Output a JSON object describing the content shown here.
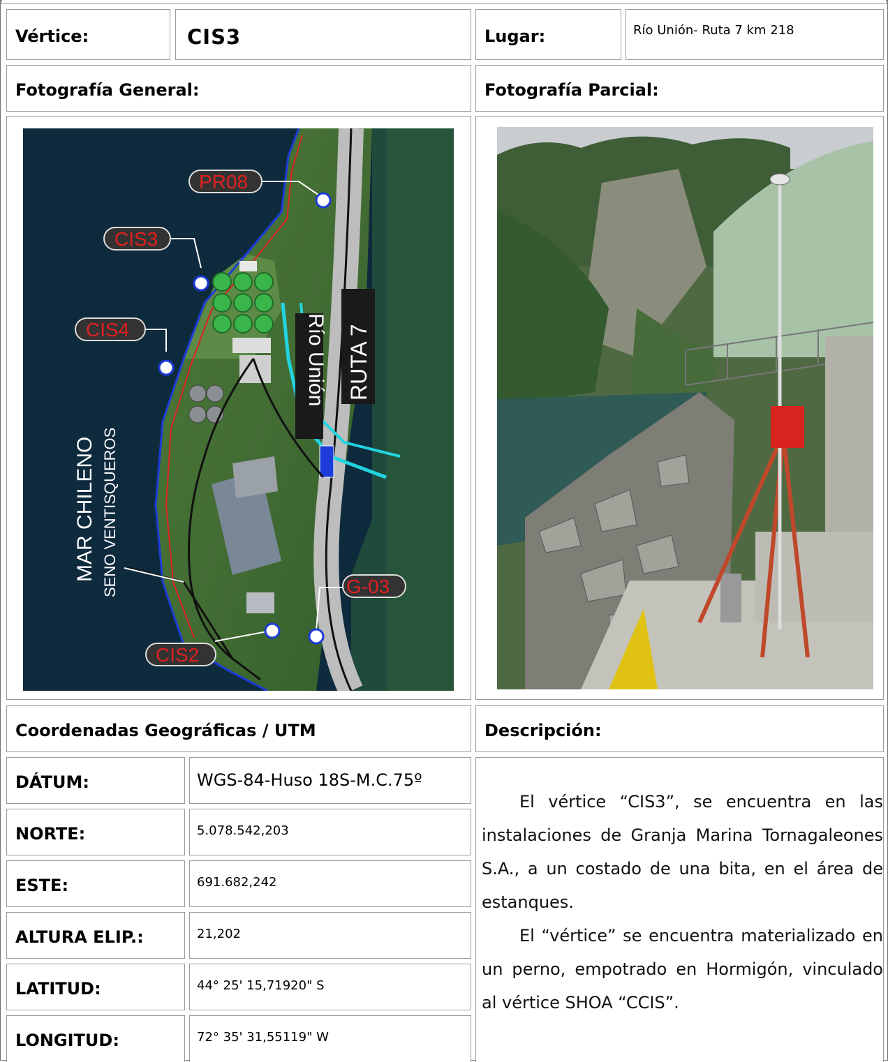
{
  "header": {
    "vertice_label": "Vértice:",
    "vertice_value": "CIS3",
    "lugar_label": "Lugar:",
    "lugar_value": "Río Unión- Ruta 7 km 218"
  },
  "photos": {
    "general_label": "Fotografía General:",
    "parcial_label": "Fotografía Parcial:",
    "map_labels": {
      "pr08": "PR08",
      "cis3": "CIS3",
      "cis4": "CIS4",
      "cis2": "CIS2",
      "g03": "G-03",
      "rio_union": "Río Unión",
      "ruta7": "RUTA 7",
      "mar_chileno": "MAR CHILENO",
      "seno": "SENO VENTISQUEROS"
    }
  },
  "coords": {
    "title": "Coordenadas Geográficas / UTM",
    "rows": [
      {
        "label": "DÁTUM:",
        "value": "WGS-84-Huso 18S-M.C.75º"
      },
      {
        "label": "NORTE:",
        "value": "5.078.542,203"
      },
      {
        "label": "ESTE:",
        "value": "691.682,242"
      },
      {
        "label": "ALTURA ELIP.:",
        "value": "21,202"
      },
      {
        "label": "LATITUD:",
        "value": "44° 25' 15,71920\" S"
      },
      {
        "label": "LONGITUD:",
        "value": "72° 35' 31,55119\" W"
      }
    ]
  },
  "description": {
    "title": "Descripción:",
    "p1": "El vértice “CIS3”, se encuentra en las instalaciones de Granja Marina Tornagaleones S.A., a un costado de una bita, en el área de estanques.",
    "p2": "El “vértice” se encuentra materializado en un perno, empotrado en Hormigón, vinculado al vértice SHOA “CCIS”."
  },
  "colors": {
    "sea": "#0e2a3d",
    "label_red": "#e02020",
    "river": "#22d3e0",
    "border": "#9a9a9a"
  }
}
